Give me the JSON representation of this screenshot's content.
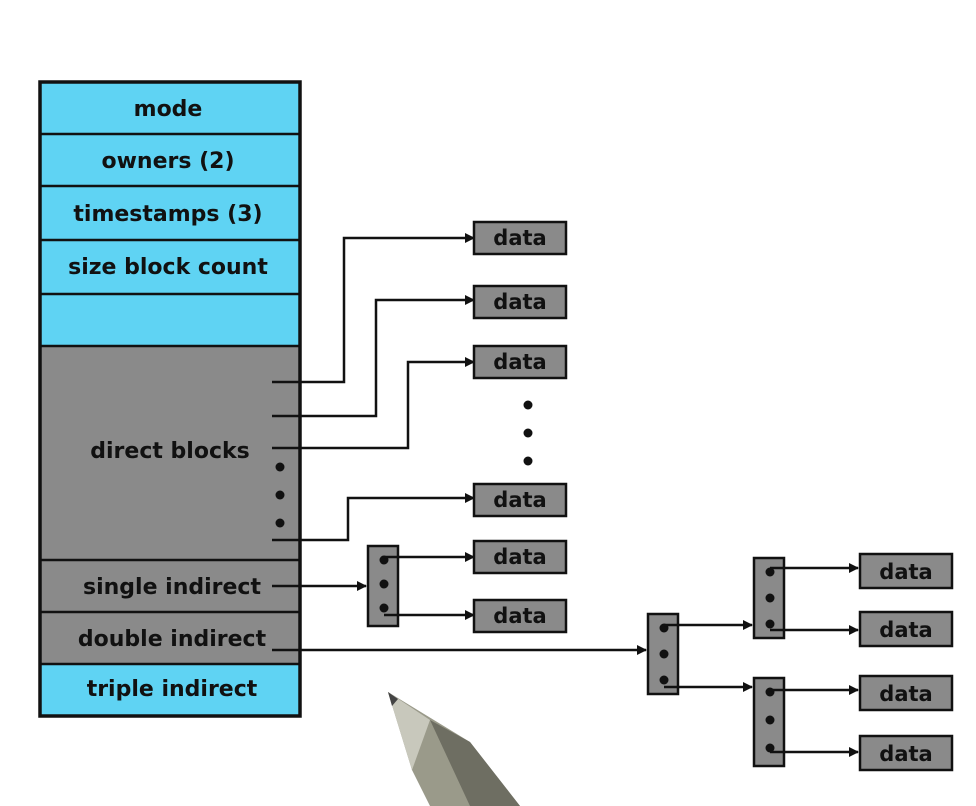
{
  "inode": {
    "cells": [
      {
        "key": "mode",
        "label": "mode"
      },
      {
        "key": "owners",
        "label": "owners (2)"
      },
      {
        "key": "timestamps",
        "label": "timestamps (3)"
      },
      {
        "key": "size",
        "label": "size block count"
      },
      {
        "key": "blank",
        "label": ""
      },
      {
        "key": "direct",
        "label": "direct blocks"
      },
      {
        "key": "single",
        "label": "single indirect"
      },
      {
        "key": "double",
        "label": "double indirect"
      },
      {
        "key": "triple",
        "label": "triple indirect"
      }
    ]
  },
  "data_block_label": "data",
  "colors": {
    "inode_fill": "#5fd3f3",
    "block_fill": "#8a8a8a",
    "line": "#111111"
  }
}
